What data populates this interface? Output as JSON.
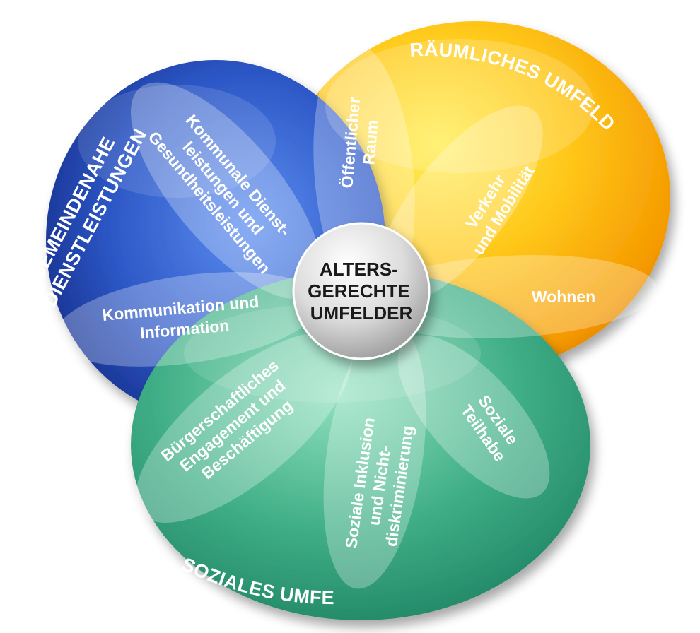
{
  "diagram": {
    "center": {
      "lines": [
        "ALTERS-",
        "GERECHTE",
        "UMFELDER"
      ]
    },
    "groups": {
      "raeumlich": {
        "title": "RÄUMLICHES UMFELD",
        "color": "#f7b500"
      },
      "gemeindenah": {
        "lines": [
          "GEMEINDENAHE",
          "DIENSTLEISTUNGEN"
        ],
        "color": "#2d52b8"
      },
      "sozial": {
        "title": "SOZIALES UMFELD",
        "color": "#3fae86"
      }
    },
    "petals": {
      "oeffentlich": {
        "lines": [
          "Öffentlicher",
          "Raum"
        ]
      },
      "verkehr": {
        "lines": [
          "Verkehr",
          "und Mobilität"
        ]
      },
      "wohnen": {
        "lines": [
          "Wohnen"
        ]
      },
      "kommunal": {
        "lines": [
          "Kommunale Dienst-",
          "leistungen und",
          "Gesundheitsleistungen"
        ]
      },
      "kommunikation": {
        "lines": [
          "Kommunikation und",
          "Information"
        ]
      },
      "buergerschaft": {
        "lines": [
          "Bürgerschaftliches",
          "Engagement und",
          "Beschäftigung"
        ]
      },
      "inklusion": {
        "lines": [
          "Soziale Inklusion",
          "und Nicht-",
          "diskriminierung"
        ]
      },
      "teilhabe": {
        "lines": [
          "Soziale",
          "Teilhabe"
        ]
      }
    }
  }
}
